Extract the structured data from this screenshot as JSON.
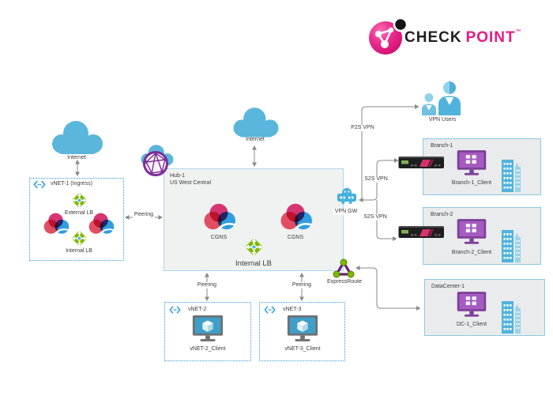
{
  "logo": {
    "word1": "CHECK",
    "word2": "POINT",
    "tm": "™"
  },
  "nodes": {
    "internet_left": "Internet",
    "internet_top": "Internet",
    "vpn_users": "VPN Users",
    "vpn_gw": "VPN GW",
    "expressroute": "ExpressRoute"
  },
  "vnet1": {
    "title": "vNET-1 (Ingress)",
    "external_lb": "External LB",
    "internal_lb": "Internal LB"
  },
  "hub": {
    "title": "Hub-1",
    "region": "US West Central",
    "cgns": "CGNS",
    "internal_lb": "Internal LB"
  },
  "links": {
    "peering": "Peering",
    "p2s_vpn": "P2S VPN",
    "s2s_vpn": "S2S VPN"
  },
  "sites": {
    "branch1": {
      "title": "Branch-1",
      "client": "Branch-1_Client"
    },
    "branch2": {
      "title": "Branch-2",
      "client": "Branch-2_Client"
    },
    "datacenter1": {
      "title": "DataCenter-1",
      "client": "DC-1_Client"
    }
  },
  "spokes": {
    "vnet2": {
      "title": "vNET-2",
      "client": "vNET-2_Client"
    },
    "vnet3": {
      "title": "vNET-3",
      "client": "vNET-3_Client"
    }
  },
  "icons": {
    "cloud-icon": "blue cloud",
    "cloudguard-cluster-icon": "overlapping pink+blue circles",
    "load-balancer-icon": "green diamond with arrows",
    "vnet-icon": "blue angle brackets with dots",
    "vpn-gateway-icon": "blue gateway",
    "vpn-users-icon": "two person silhouettes",
    "expressroute-icon": "purple triangle with green nodes",
    "vwan-globe-icon": "purple wireframe globe on cloud",
    "appliance-icon": "black checkpoint rack appliance",
    "client-monitor-icon": "purple windows monitor",
    "cube-monitor-icon": "gray monitor with cube",
    "building-icon": "blue office towers"
  },
  "colors": {
    "azure_blue": "#59b4d9",
    "green": "#7fb800",
    "purple": "#68217a",
    "magenta": "#d63573",
    "crimson": "#e14e63",
    "cp_pink": "#e61a82",
    "line_gray": "#8a8a8a",
    "hub_fill": "#f0f1f1",
    "site_fill": "#e9ebec"
  }
}
